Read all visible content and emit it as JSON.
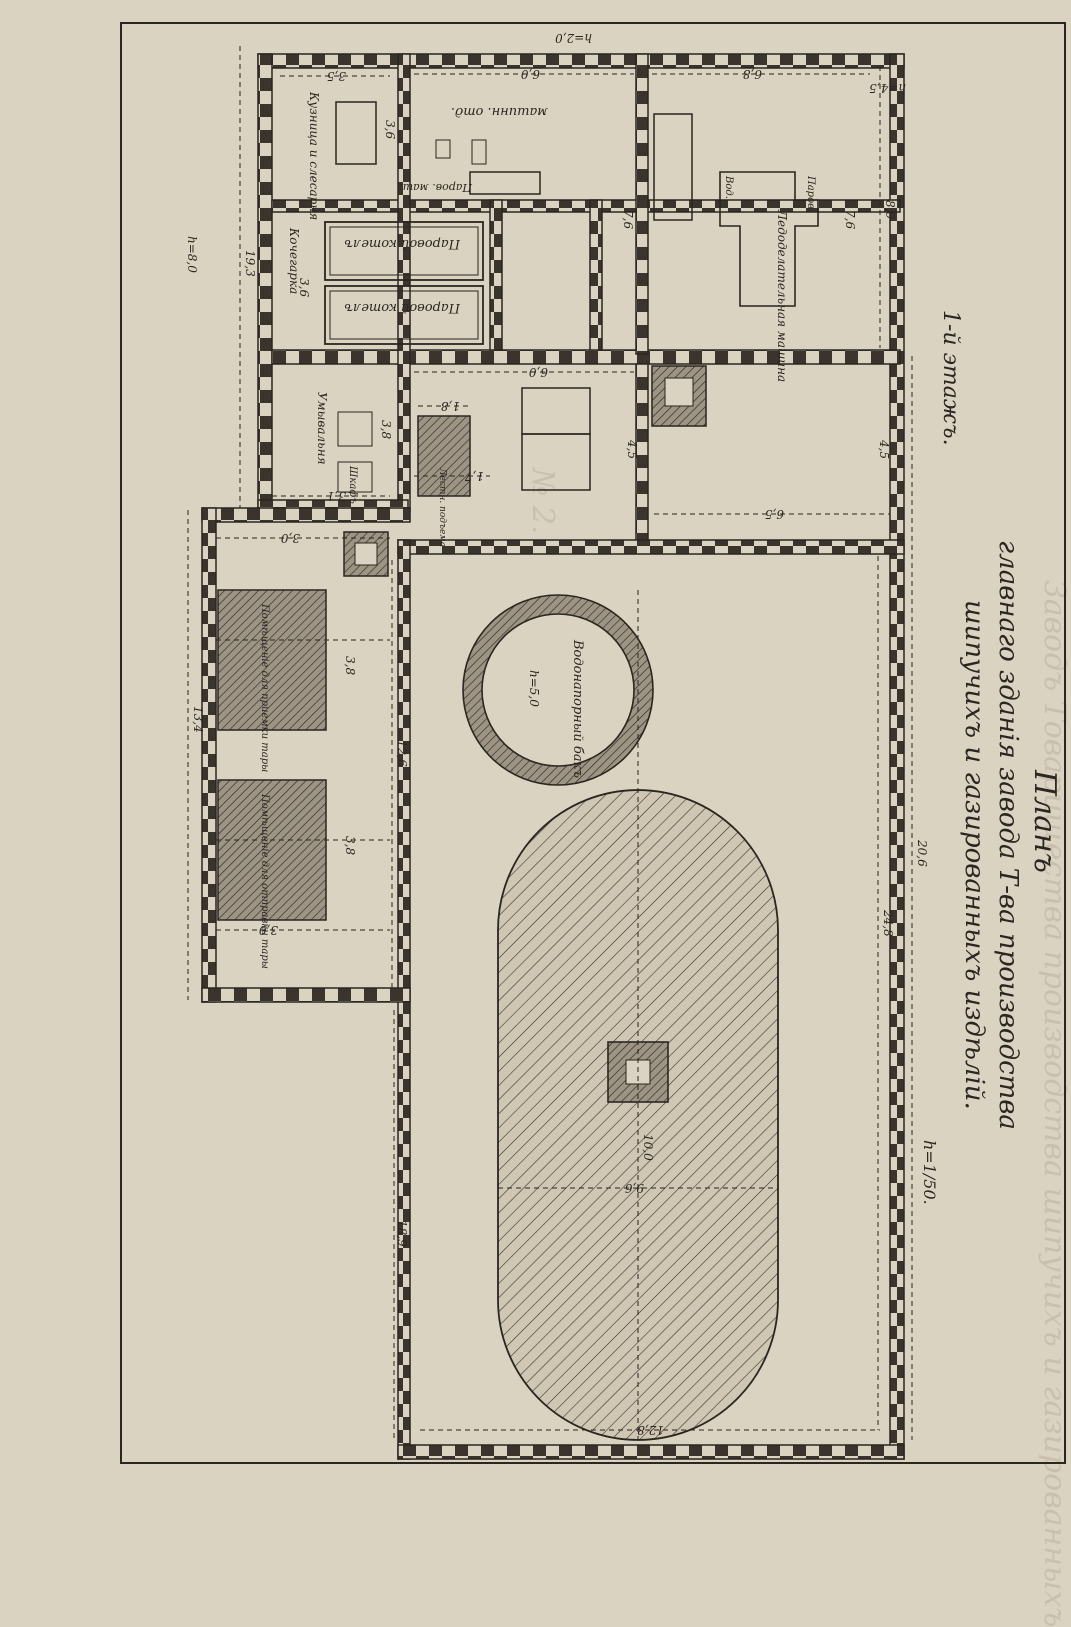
{
  "plan": {
    "title": "Планъ",
    "subtitle_1": "главнаго зданія завода Т-ва производства",
    "subtitle_2": "шипучихъ и газированныхъ издѣлій.",
    "floor": "1-й этажъ.",
    "scale": "h=1/50.",
    "faded_bleed_heading": "Заводъ Товарищества производства шипучихъ и газированныхъ",
    "faded_bleed_num": "№ 2.",
    "rooms": {
      "forge": "Кузница и слесарня",
      "boiler_house": "Кочегарка",
      "boiler_1": "Паровой котелъ",
      "boiler_2": "Паровой котелъ",
      "machine_dept": "машинн. отд.",
      "steam_machine": "Паров. маш.",
      "ice_machine": "Ледоделательная машина",
      "steam_label": "Паров.",
      "water_label": "Вод.",
      "washroom": "Умывальня",
      "cabinet": "Шкафъ",
      "stair": "Лестн. подъема",
      "tank": "Водонапорный бакъ",
      "tank_h": "h=5,0",
      "yard_1": "Помѣщеніе для приемки тары",
      "yard_2": "Помѣщеніе для отправки тары"
    },
    "dimensions": {
      "top": "h=2,0",
      "corner": "h=4,5",
      "side_left": "h=8,0",
      "d_19_3": "19,3",
      "d_20_6": "20,6",
      "d_24_8": "24,8",
      "d_18_9": "18,9",
      "d_13_4": "13,4",
      "d_12_6": "12,6",
      "d_12_8": "12,8",
      "d_8_0": "8,0",
      "d_7_6": "7,6",
      "d_7_6b": "7,6",
      "d_6_8": "6,8",
      "d_6_0": "6,0",
      "d_6_0b": "6,0",
      "d_6_5": "6,5",
      "d_4_5": "4,5",
      "d_4_5b": "4,5",
      "d_3_5": "3,5",
      "d_3_6": "3,6",
      "d_3_6b": "3,6",
      "d_3_8": "3,8",
      "d_3_8b": "3,8",
      "d_3_8c": "3,8",
      "d_3_0": "3,0",
      "d_3_0b": "3,0",
      "d_3_1": "3,1",
      "d_1_8": "1,8",
      "d_1_7": "1,7",
      "d_10_0": "10,0",
      "d_9_6": "9,6"
    }
  }
}
